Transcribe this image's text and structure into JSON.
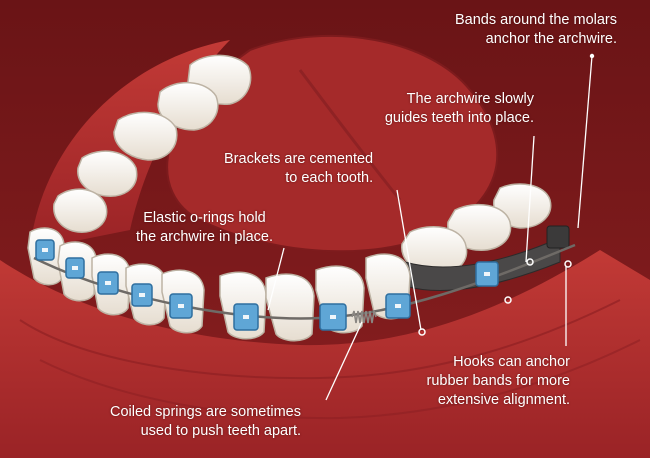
{
  "annotations": {
    "bands": [
      "Bands around the molars",
      "anchor the archwire."
    ],
    "archwire": [
      "The archwire slowly",
      "guides teeth into place."
    ],
    "brackets": [
      "Brackets are cemented",
      "to each tooth."
    ],
    "orings": [
      "Elastic o-rings hold",
      "the archwire in place."
    ],
    "hooks": [
      "Hooks can anchor",
      "rubber bands for more",
      "extensive alignment."
    ],
    "springs": [
      "Coiled springs are sometimes",
      "used to push teeth apart."
    ]
  },
  "colors": {
    "background": "#7a1a1c",
    "gum": "#b8322f",
    "gum_shadow": "#8e2023",
    "tongue": "#9c2526",
    "tooth": "#f4eee6",
    "tooth_shadow": "#cfc6b8",
    "bracket": "#5fa6d6",
    "bracket_dark": "#2f6f9f",
    "wire": "#6e6a66",
    "band": "#4a4848",
    "label": "#ffffff",
    "leader": "#ffffff"
  }
}
